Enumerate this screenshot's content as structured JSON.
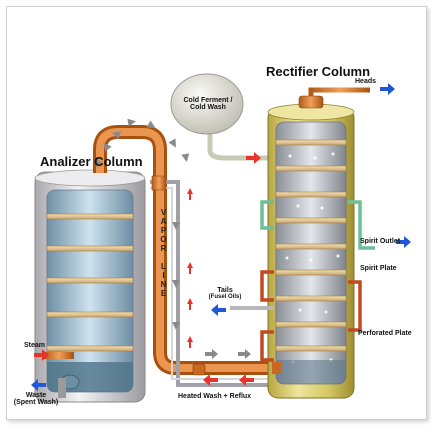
{
  "labels": {
    "rectifier_column": "Rectifier Column",
    "analizer_column": "Analizer Column",
    "cold_ferment_1": "Cold Ferment /",
    "cold_ferment_2": "Cold Wash",
    "heads": "Heads",
    "vapor_line": "VAPOR LINE",
    "tails": "Tails",
    "tails_sub": "(Fusel Oils)",
    "spirit_outlet": "Spirit Outlet",
    "spirit_plate": "Spirit Plate",
    "perforated_plate": "Perforated Plate",
    "steam": "Steam",
    "waste": "Waste",
    "waste_sub": "(Spent Wash)",
    "heated_wash": "Heated Wash + Reflux"
  },
  "colors": {
    "copper_pipe": "#d9772a",
    "brass_column": "#d9cc6a",
    "silver_column": "#d8d8dc",
    "arrow_red": "#e8332a",
    "arrow_blue": "#1f57d6",
    "arrow_gray": "#8c8c8c",
    "green_pipe": "#7ac5a3",
    "tank": "#e4e4dc"
  },
  "icons": {
    "flow_arrow_in": "red-arrow-icon",
    "flow_arrow_out": "blue-arrow-icon",
    "vapor_arrow": "gray-arrow-icon"
  }
}
